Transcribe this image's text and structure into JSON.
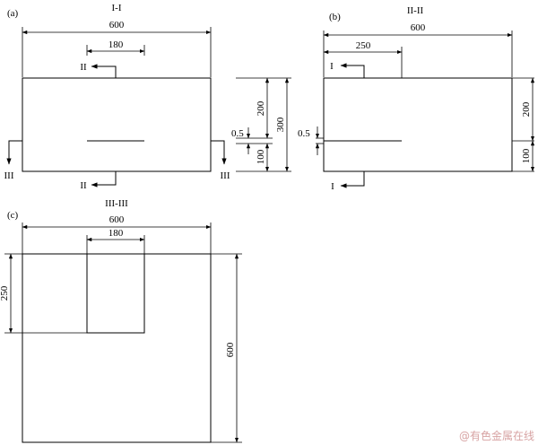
{
  "panel_a": {
    "label": "(a)",
    "title": "I-I",
    "dim_width": "600",
    "dim_slot": "180",
    "section_top": "II",
    "section_bottom": "II",
    "section_left": "III",
    "section_right": "III"
  },
  "vertical_dims": {
    "gap_left": "0.5",
    "d200": "200",
    "d100": "100",
    "d300": "300"
  },
  "panel_b": {
    "label": "(b)",
    "title": "II-II",
    "dim_width": "600",
    "dim_250": "250",
    "section_top": "I",
    "section_bottom": "I",
    "gap": "0.5",
    "d200": "200",
    "d100": "100"
  },
  "panel_c": {
    "label": "(c)",
    "title": "III-III",
    "dim_width": "600",
    "dim_slot": "180",
    "dim_250": "250",
    "dim_600": "600"
  },
  "watermark": "@有色金属在线"
}
